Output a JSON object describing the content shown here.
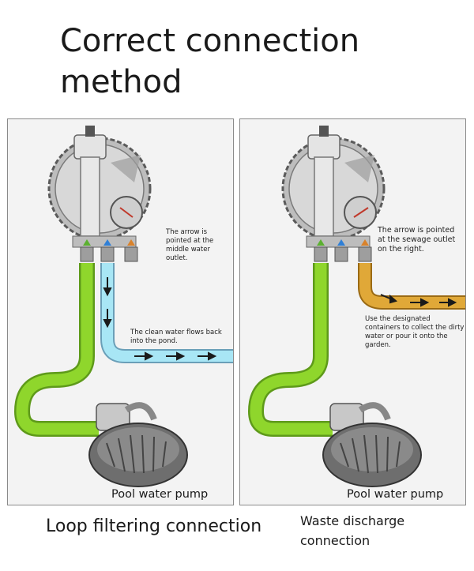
{
  "title": "Correct connection method",
  "left_panel": {
    "arrow_note": "The arrow is pointed at the middle water outlet.",
    "flow_note": "The clean water flows back into the pond.",
    "pump_label": "Pool water pump",
    "caption": "Loop filtering connection",
    "hose_color": "#a8e6f5"
  },
  "right_panel": {
    "arrow_note": "The arrow is pointed at the sewage outlet on the right.",
    "flow_note": "Use the designated containers to collect the dirty water or pour it onto the garden.",
    "pump_label": "Pool water pump",
    "caption": "Waste discharge connection",
    "hose_color": "#e0a838"
  },
  "colors": {
    "green_hose": "#8fd62c",
    "filter_body": "#c9c9c9",
    "pump_body": "#6e6e6e"
  }
}
